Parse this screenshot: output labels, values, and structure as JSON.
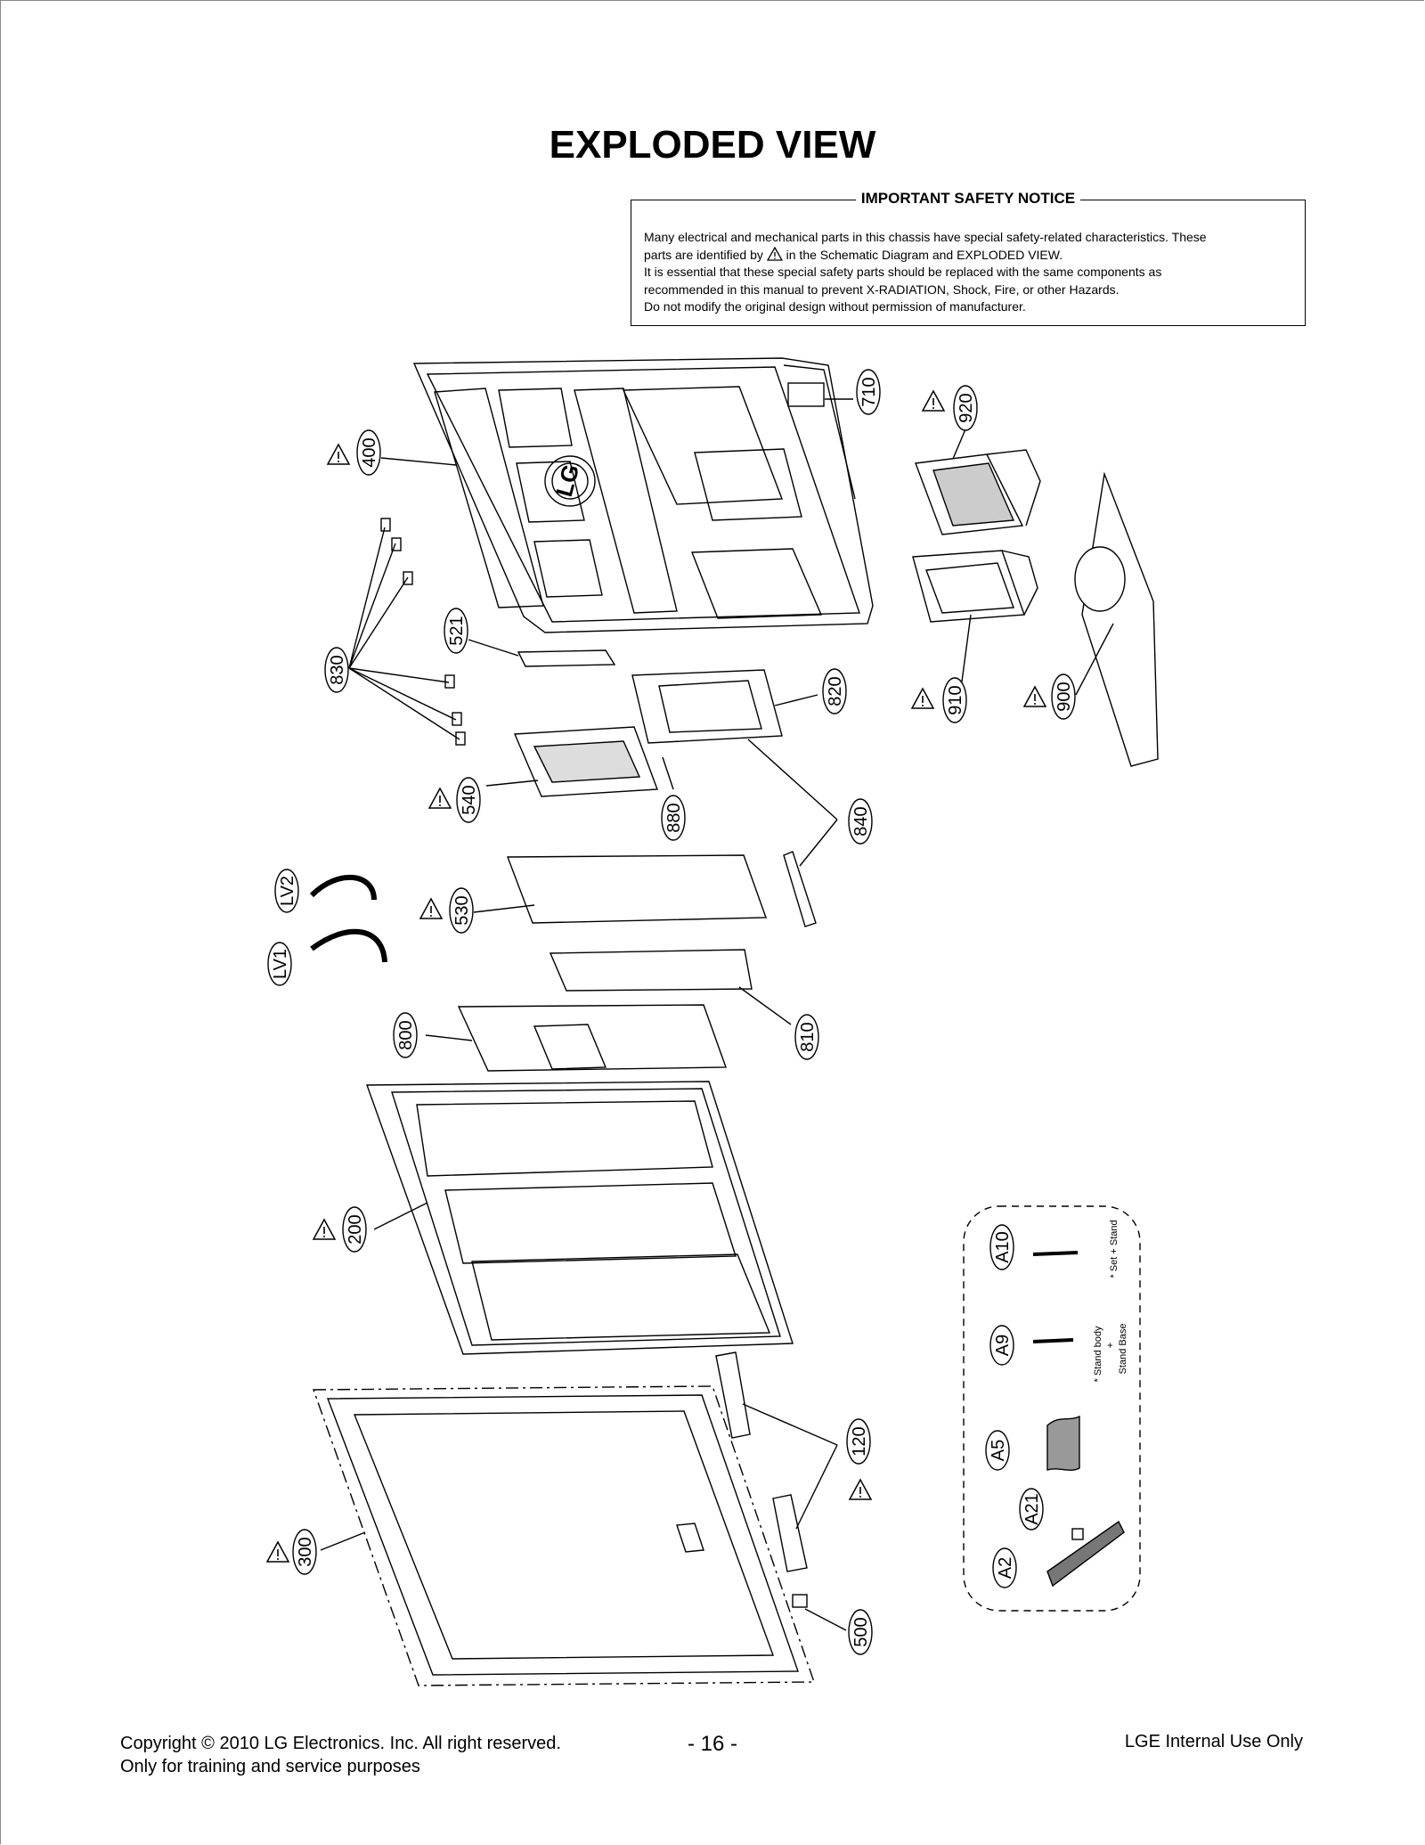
{
  "page": {
    "title": "EXPLODED VIEW"
  },
  "safety_notice": {
    "heading": "IMPORTANT SAFETY NOTICE",
    "line1": "Many electrical and mechanical parts in this chassis have special safety-related characteristics. These",
    "line2_before_icon": "parts are identified by",
    "line2_after_icon": "in the Schematic Diagram and EXPLODED VIEW.",
    "line3": "It is essential that these special safety parts should be replaced with the same components as",
    "line4": "recommended in this manual to prevent X-RADIATION, Shock, Fire, or other Hazards.",
    "line5": "Do not modify the original design without permission of manufacturer."
  },
  "parts": {
    "p710": "710",
    "p920": "920",
    "p400": "400",
    "p521": "521",
    "p830": "830",
    "p820": "820",
    "p910": "910",
    "p900": "900",
    "p540": "540",
    "p880": "880",
    "p840": "840",
    "pLV2": "LV2",
    "pLV1": "LV1",
    "p530": "530",
    "p810": "810",
    "p800": "800",
    "p200": "200",
    "p120": "120",
    "p300": "300",
    "p500": "500",
    "pA10": "A10",
    "pA9": "A9",
    "pA5": "A5",
    "pA21": "A21",
    "pA2": "A2"
  },
  "accessory_notes": {
    "set_stand": "* Set + Stand",
    "stand_body": "* Stand body",
    "plus": "+",
    "stand_base": "Stand Base"
  },
  "logo_text": "LG",
  "footer": {
    "copyright": "Copyright © 2010 LG Electronics. Inc. All right reserved.",
    "training": "Only for training and service purposes",
    "page_number": "- 16 -",
    "internal": "LGE Internal Use Only"
  }
}
